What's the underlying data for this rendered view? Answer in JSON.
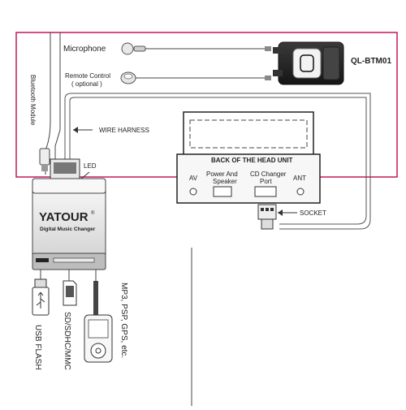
{
  "labels": {
    "microphone": "Microphone",
    "remote_control": "Remote Control",
    "remote_control_note": "( optional )",
    "module_model": "QL-BTM01",
    "bluetooth_module": "Bluetooth Module",
    "wire_harness": "WIRE HARNESS",
    "led": "LED",
    "back_of_head_unit": "BACK OF THE HEAD UNIT",
    "av": "AV",
    "power_and_speaker_1": "Power And",
    "power_and_speaker_2": "Speaker",
    "cd_changer_port_1": "CD Changer",
    "cd_changer_port_2": "Port",
    "ant": "ANT",
    "socket": "SOCKET",
    "brand": "YATOUR",
    "brand_reg": "®",
    "product_name": "Digital Music Changer",
    "usb_flash": "USB FLASH",
    "sd_cards": "SD/SDHC/MMC",
    "mp3_players": "MP3, PSP, GPS, etc."
  },
  "colors": {
    "frame": "#c2185b",
    "line": "#333333",
    "device_light": "#f1f1f1",
    "device_dark": "#2b2b2b"
  }
}
